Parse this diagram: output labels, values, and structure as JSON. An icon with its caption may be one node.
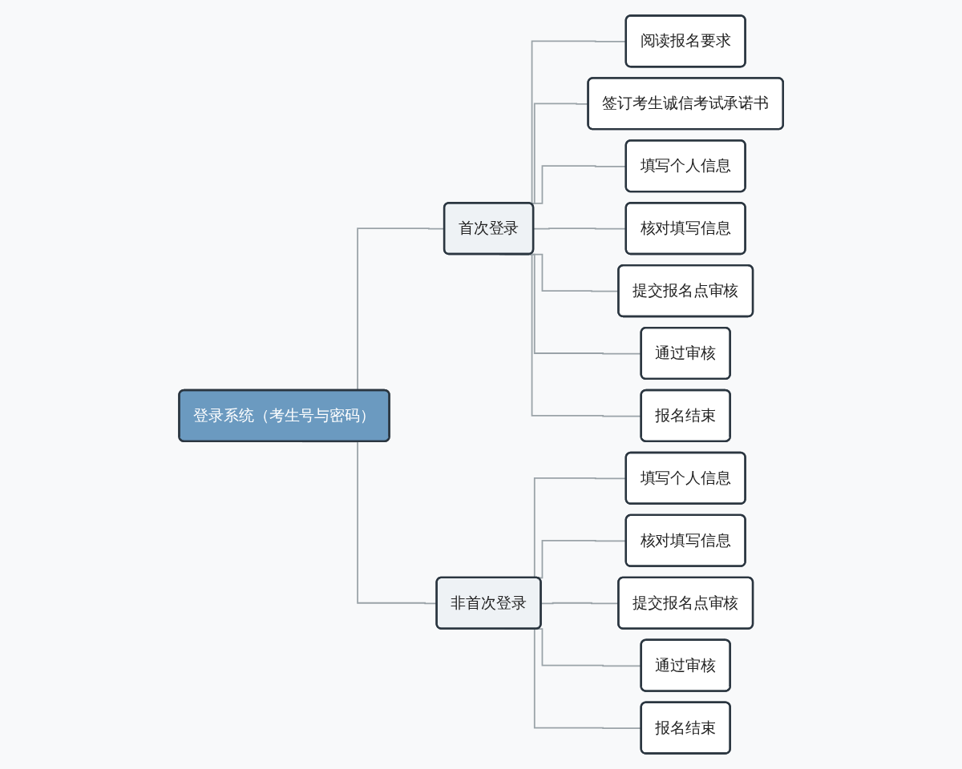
{
  "diagram": {
    "nodes": [
      {
        "text": [
          "登录系统（考生号与密码）"
        ]
      },
      {
        "text": [
          "首次登录"
        ]
      },
      {
        "text": [
          "非首次登录"
        ]
      },
      {
        "text": [
          "阅读报名要求"
        ]
      },
      {
        "text": [
          "签订考生诚信考试承诺书"
        ]
      },
      {
        "text": [
          "填写个人信息"
        ]
      },
      {
        "text": [
          "核对填写信息"
        ]
      },
      {
        "text": [
          "提交报名点审核"
        ]
      },
      {
        "text": [
          "通过审核"
        ]
      },
      {
        "text": [
          "报名结束"
        ]
      },
      {
        "text": [
          "填写个人信息"
        ]
      },
      {
        "text": [
          "核对填写信息"
        ]
      },
      {
        "text": [
          "提交报名点审核"
        ]
      },
      {
        "text": [
          "通过审核"
        ]
      },
      {
        "text": [
          "报名结束"
        ]
      }
    ],
    "edges": [
      {
        "from": 0,
        "to": 1,
        "arrow": "none"
      },
      {
        "from": 0,
        "to": 2,
        "arrow": "none"
      },
      {
        "from": 1,
        "to": 3,
        "arrow": "none"
      },
      {
        "from": 1,
        "to": 4,
        "arrow": "none"
      },
      {
        "from": 1,
        "to": 5,
        "arrow": "none"
      },
      {
        "from": 1,
        "to": 6,
        "arrow": "none"
      },
      {
        "from": 1,
        "to": 7,
        "arrow": "none"
      },
      {
        "from": 1,
        "to": 8,
        "arrow": "none"
      },
      {
        "from": 1,
        "to": 9,
        "arrow": "none"
      },
      {
        "from": 2,
        "to": 10,
        "arrow": "none"
      },
      {
        "from": 2,
        "to": 11,
        "arrow": "none"
      },
      {
        "from": 2,
        "to": 12,
        "arrow": "none"
      },
      {
        "from": 2,
        "to": 13,
        "arrow": "none"
      },
      {
        "from": 2,
        "to": 14,
        "arrow": "none"
      }
    ]
  }
}
